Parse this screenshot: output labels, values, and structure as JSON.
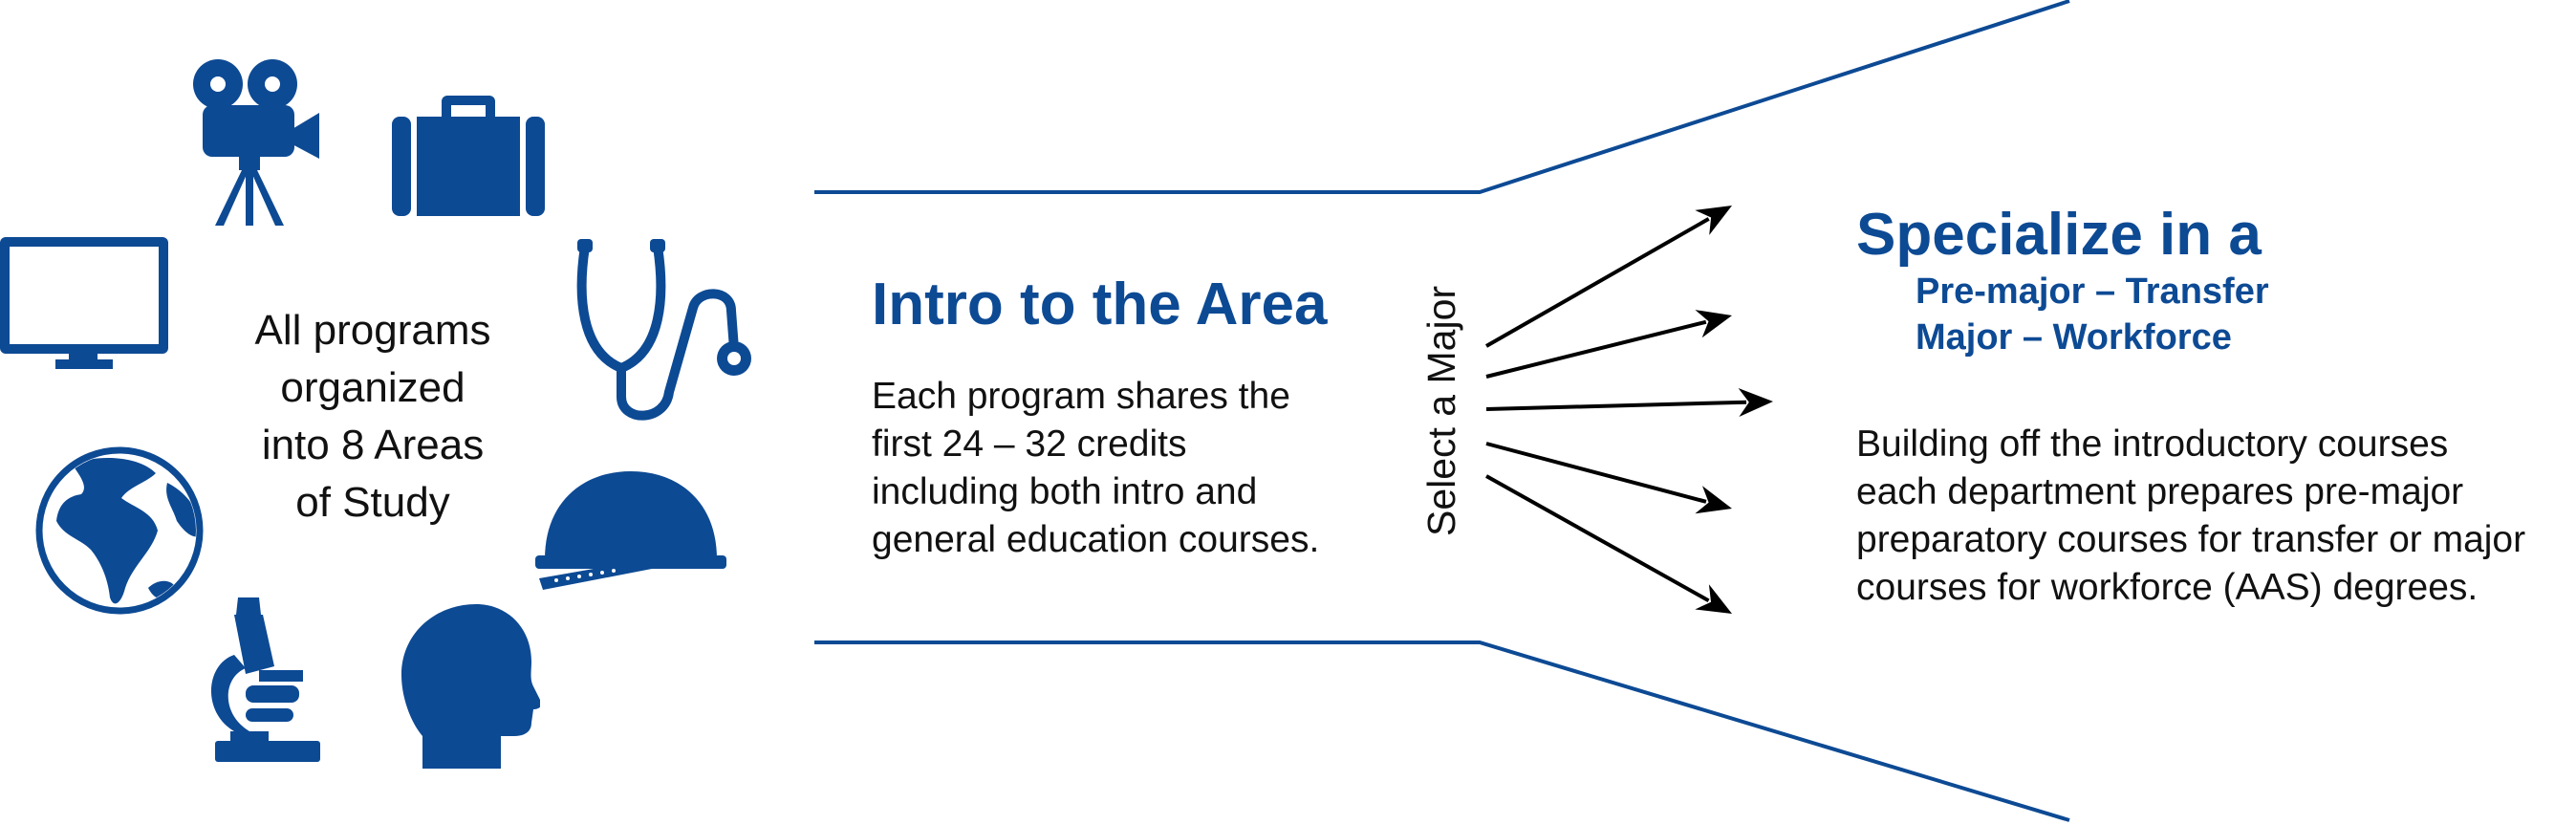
{
  "colors": {
    "brand_blue": "#0d4a94",
    "text": "#111111",
    "arrow": "#000000",
    "background": "#ffffff"
  },
  "hub": {
    "lines": [
      "All programs",
      "organized",
      "into 8 Areas",
      "of Study"
    ]
  },
  "areas": {
    "icons": [
      "film-camera-icon",
      "briefcase-icon",
      "monitor-icon",
      "stethoscope-icon",
      "globe-icon",
      "hard-hat-icon",
      "microscope-icon",
      "human-head-icon"
    ]
  },
  "intro": {
    "title": "Intro to the Area",
    "body_lines": [
      "Each program shares the",
      "first 24 – 32 credits",
      "including both intro and",
      "general education courses."
    ]
  },
  "transition": {
    "label": "Select a Major",
    "arrow_count": 5
  },
  "specialize": {
    "title": "Specialize in a",
    "options": [
      "Pre-major – Transfer",
      "Major – Workforce"
    ],
    "body_lines": [
      "Building off the introductory courses",
      "each department prepares pre-major",
      "preparatory courses for transfer or major",
      "courses for workforce (AAS) degrees."
    ]
  }
}
